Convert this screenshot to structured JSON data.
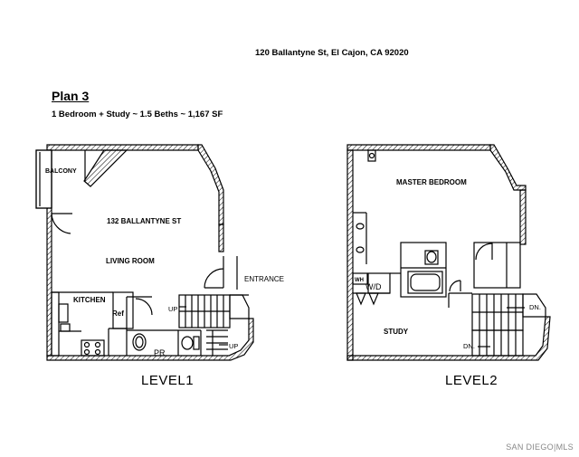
{
  "header": {
    "address": "120 Ballantyne St,  El Cajon,  CA  92020",
    "plan_title": "Plan 3",
    "subtitle": "1 Bedroom + Study ~ 1.5 Beths ~ 1,167 SF"
  },
  "level1": {
    "caption": "LEVEL1",
    "rooms": {
      "balcony": "BALCONY",
      "unit": "132 BALLANTYNE ST",
      "living": "LIVING ROOM",
      "entrance": "ENTRANCE",
      "kitchen": "KITCHEN",
      "ref": "Ref",
      "pr": "PR"
    },
    "stairs_up_1": "UP",
    "stairs_up_2": "UP"
  },
  "level2": {
    "caption": "LEVEL2",
    "rooms": {
      "master": "MASTER BEDROOM",
      "wh": "WH",
      "wd": "W/D",
      "study": "STUDY"
    },
    "stairs_dn_1": "DN.",
    "stairs_dn_2": "DN."
  },
  "watermark": "SAN DIEGO|MLS",
  "colors": {
    "wall": "#000000",
    "background": "#ffffff",
    "watermark": "#888888"
  }
}
